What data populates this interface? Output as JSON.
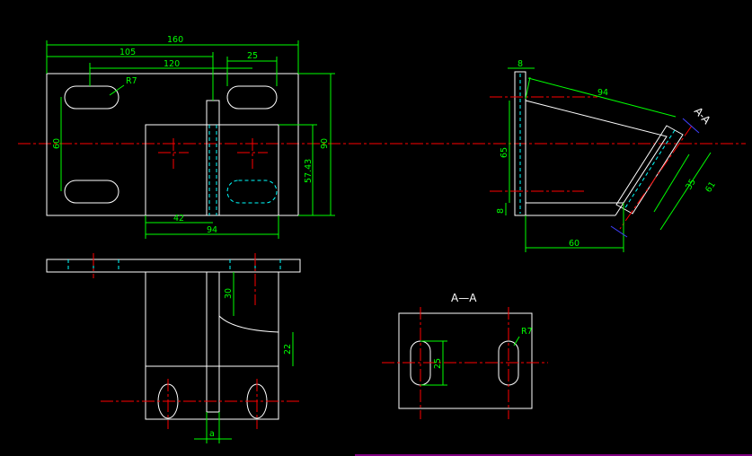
{
  "drawing": {
    "background": "#000000",
    "colors": {
      "outline": "#ffffff",
      "dimension": "#00ff00",
      "center_line": "#ff0000",
      "hidden_line": "#00ffff"
    },
    "top_view": {
      "dim_overall_width": "160",
      "dim_slot_span": "105",
      "dim_center_span": "120",
      "dim_slot_width": "25",
      "dim_radius": "R7",
      "dim_left_height": "60",
      "dim_right_height": "90",
      "dim_inner_height": "57.43",
      "dim_bottom_42": "42",
      "dim_bottom_94": "94"
    },
    "side_view": {
      "dim_thickness_top": "8",
      "dim_incline": "94",
      "dim_height": "65",
      "dim_thickness_bottom": "8",
      "dim_base": "60",
      "dim_35": "35",
      "dim_61": "61",
      "section_label": "A-A"
    },
    "front_view": {
      "dim_30": "30",
      "dim_22": "22",
      "dim_a": "a"
    },
    "section_view": {
      "title": "A—A",
      "dim_25": "25",
      "dim_radius": "R7"
    }
  }
}
